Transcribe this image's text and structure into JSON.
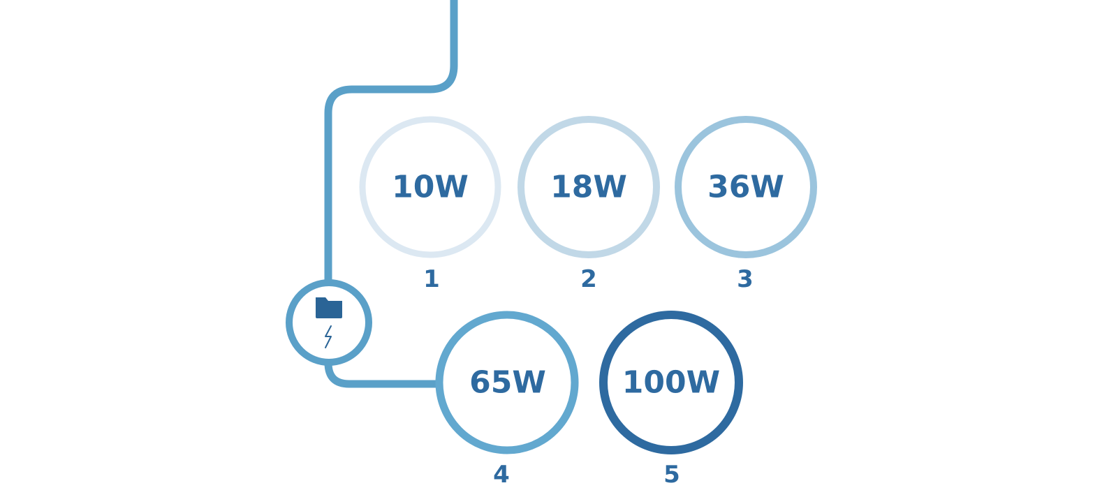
{
  "colors": {
    "text": "#2e6aa0",
    "cable": "#5aa0c8",
    "hub_icon": "#2a6496"
  },
  "hub": {
    "icons": [
      "folder-icon",
      "lightning-bolt-icon"
    ]
  },
  "levels": [
    {
      "number": "1",
      "wattage": "10W",
      "ring_color": "#dce8f2"
    },
    {
      "number": "2",
      "wattage": "18W",
      "ring_color": "#c1d8e7"
    },
    {
      "number": "3",
      "wattage": "36W",
      "ring_color": "#9bc4dd"
    },
    {
      "number": "4",
      "wattage": "65W",
      "ring_color": "#62a8cf"
    },
    {
      "number": "5",
      "wattage": "100W",
      "ring_color": "#2e6aa0"
    }
  ]
}
